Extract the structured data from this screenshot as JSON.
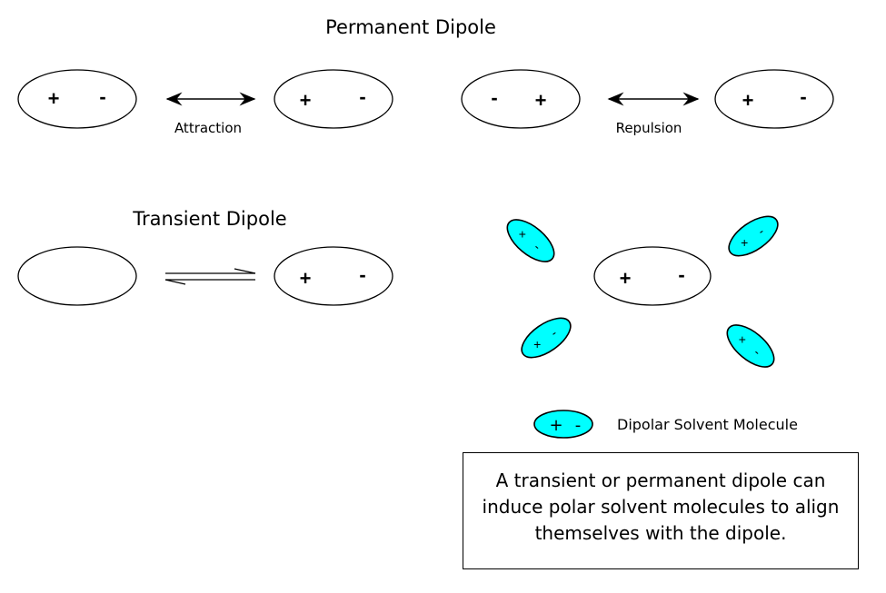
{
  "permanent_dipole": {
    "title": "Permanent Dipole",
    "attraction": {
      "label": "Attraction",
      "left_molecule": {
        "first_sign": "+",
        "second_sign": "-"
      },
      "right_molecule": {
        "first_sign": "+",
        "second_sign": "-"
      }
    },
    "repulsion": {
      "label": "Repulsion",
      "left_molecule": {
        "first_sign": "-",
        "second_sign": "+"
      },
      "right_molecule": {
        "first_sign": "+",
        "second_sign": "-"
      }
    }
  },
  "transient_dipole": {
    "title": "Transient Dipole",
    "right_molecule": {
      "first_sign": "+",
      "second_sign": "-"
    }
  },
  "solvation": {
    "center_molecule": {
      "first_sign": "+",
      "second_sign": "-"
    },
    "solvent_signs": {
      "plus": "+",
      "minus": "-"
    },
    "solvent_color": "#00ffff"
  },
  "legend": {
    "label": "Dipolar Solvent Molecule",
    "plus": "+",
    "minus": "-"
  },
  "note": {
    "text": "A transient or permanent dipole can induce polar solvent molecules to align themselves with the dipole."
  }
}
